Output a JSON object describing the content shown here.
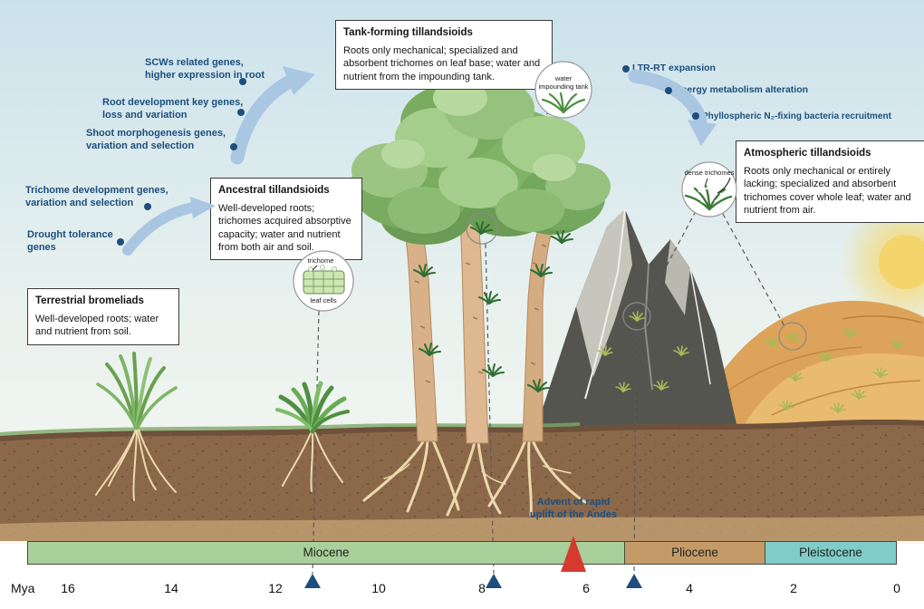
{
  "boxes": {
    "terrestrial": {
      "title": "Terrestrial bromeliads",
      "body": "Well-developed roots; water and nutrient from soil."
    },
    "ancestral": {
      "title": "Ancestral tillandsioids",
      "body": "Well-developed roots; trichomes acquired absorptive capacity; water and nutrient from both air and soil."
    },
    "tank_forming": {
      "title": "Tank-forming tillandsioids",
      "body": "Roots only mechanical; specialized and absorbent trichomes on leaf base; water and nutrient from the impounding tank."
    },
    "atmospheric": {
      "title": "Atmospheric tillandsioids",
      "body": "Roots only mechanical or entirely lacking; specialized and absorbent trichomes cover whole leaf; water and nutrient from air."
    }
  },
  "gene_annotations": {
    "scws": "SCWs related genes,\nhigher expression in root",
    "root_dev": "Root development key genes,\nloss and variation",
    "shoot": "Shoot morphogenesis genes,\nvariation and selection",
    "trichome_dev": "Trichome development genes,\nvariation and selection",
    "drought": "Drought tolerance\ngenes"
  },
  "right_annotations": {
    "ltr_rt": "LTR-RT expansion",
    "energy": "Energy metabolism alteration",
    "phyllospheric": "Phyllospheric N₂-fixing bacteria recruitment"
  },
  "insets": {
    "water_tank": "water\nimpounding tank",
    "trichome": "trichome",
    "leaf_cells": "leaf cells",
    "dense_trichomes": "dense trichomes"
  },
  "event": {
    "andes": "Advent of rapid\nuplift of the Andes"
  },
  "timeline": {
    "axis_unit": "Mya",
    "ticks": [
      "16",
      "14",
      "12",
      "10",
      "8",
      "6",
      "4",
      "2",
      "0"
    ],
    "epochs": [
      {
        "label": "Miocene"
      },
      {
        "label": "Pliocene"
      },
      {
        "label": "Pleistocene"
      }
    ]
  },
  "colors": {
    "navy": "#1d4e7e",
    "arrow_blue": "#aac7e2",
    "miocene_green": "#a9cf9b",
    "pliocene_tan": "#c59a69",
    "pleistocene_teal": "#7fccc8",
    "marker_red": "#d63a2e",
    "box_border": "#3a3a3a"
  }
}
